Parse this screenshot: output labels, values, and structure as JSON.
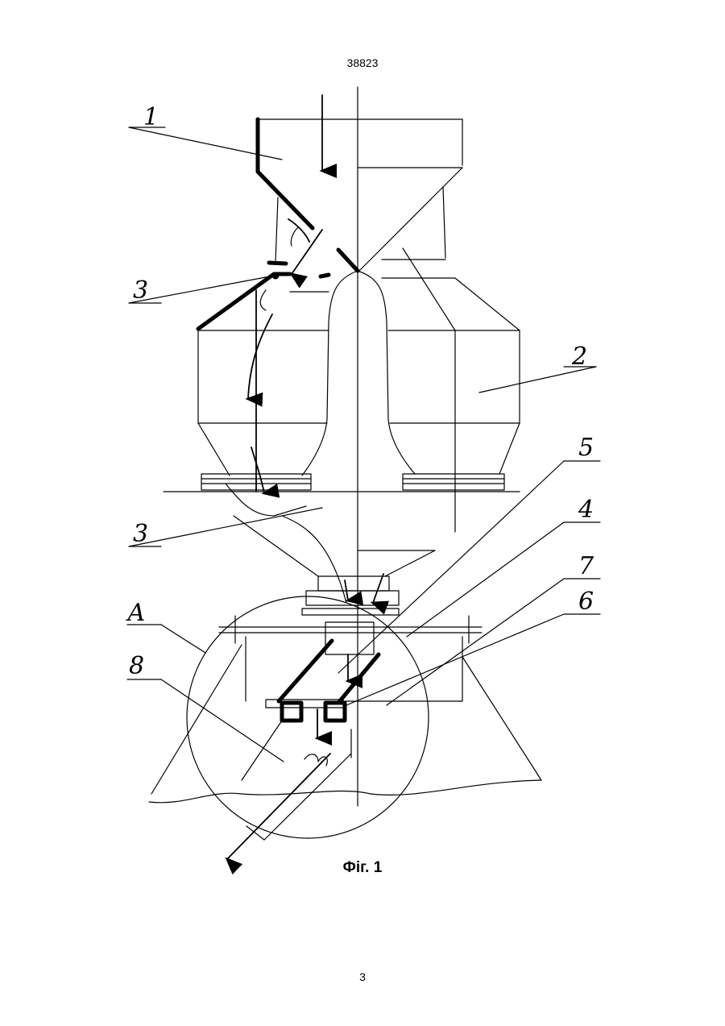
{
  "document": {
    "number": "38823",
    "figure_caption": "Фіг. 1",
    "page_number": "3"
  },
  "diagram": {
    "labels": {
      "l1": "1",
      "l2": "2",
      "l3a": "3",
      "l3b": "3",
      "l4": "4",
      "l5": "5",
      "l6": "6",
      "l7": "7",
      "l8": "8",
      "lA": "А"
    }
  }
}
